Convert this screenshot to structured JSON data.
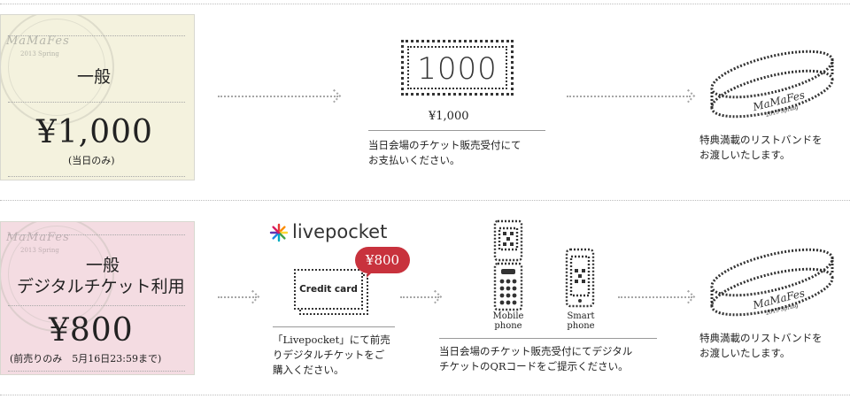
{
  "colors": {
    "ticket_general": "#f4f2de",
    "ticket_digital": "#f4dce2",
    "price_bubble": "#c8323d",
    "arrow": "#a6a6a6"
  },
  "row1": {
    "ticket": {
      "logo": "MaMaFes",
      "logo_sub": "2013 Spring",
      "label": "一般",
      "price": "¥1,000",
      "note": "(当日のみ)"
    },
    "bill": {
      "amount": "1000",
      "caption": "¥1,000",
      "desc_line1": "当日会場のチケット販売受付にて",
      "desc_line2": "お支払いください。"
    },
    "wristband": {
      "logo": "MaMaFes",
      "logo_sub": "2013 Spring",
      "desc_line1": "特典満載のリストバンドを",
      "desc_line2": "お渡しいたします。"
    }
  },
  "row2": {
    "ticket": {
      "logo": "MaMaFes",
      "logo_sub": "2013 Spring",
      "label_line1": "一般",
      "label_line2": "デジタルチケット利用",
      "price": "¥800",
      "note": "(前売りのみ　5月16日23:59まで)"
    },
    "livepocket": {
      "brand": "livepocket",
      "card_label": "Credit card",
      "bubble_price": "¥800",
      "desc_line1": "「Livepocket」にて前売",
      "desc_line2": "りデジタルチケットをご",
      "desc_line3": "購入ください。"
    },
    "phones": {
      "mobile_label_line1": "Mobile",
      "mobile_label_line2": "phone",
      "smart_label_line1": "Smart",
      "smart_label_line2": "phone",
      "desc_line1": "当日会場のチケット販売受付にてデジタル",
      "desc_line2": "チケットのQRコードをご提示ください。"
    },
    "wristband": {
      "logo": "MaMaFes",
      "logo_sub": "2013 Spring",
      "desc_line1": "特典満載のリストバンドを",
      "desc_line2": "お渡しいたします。"
    }
  }
}
